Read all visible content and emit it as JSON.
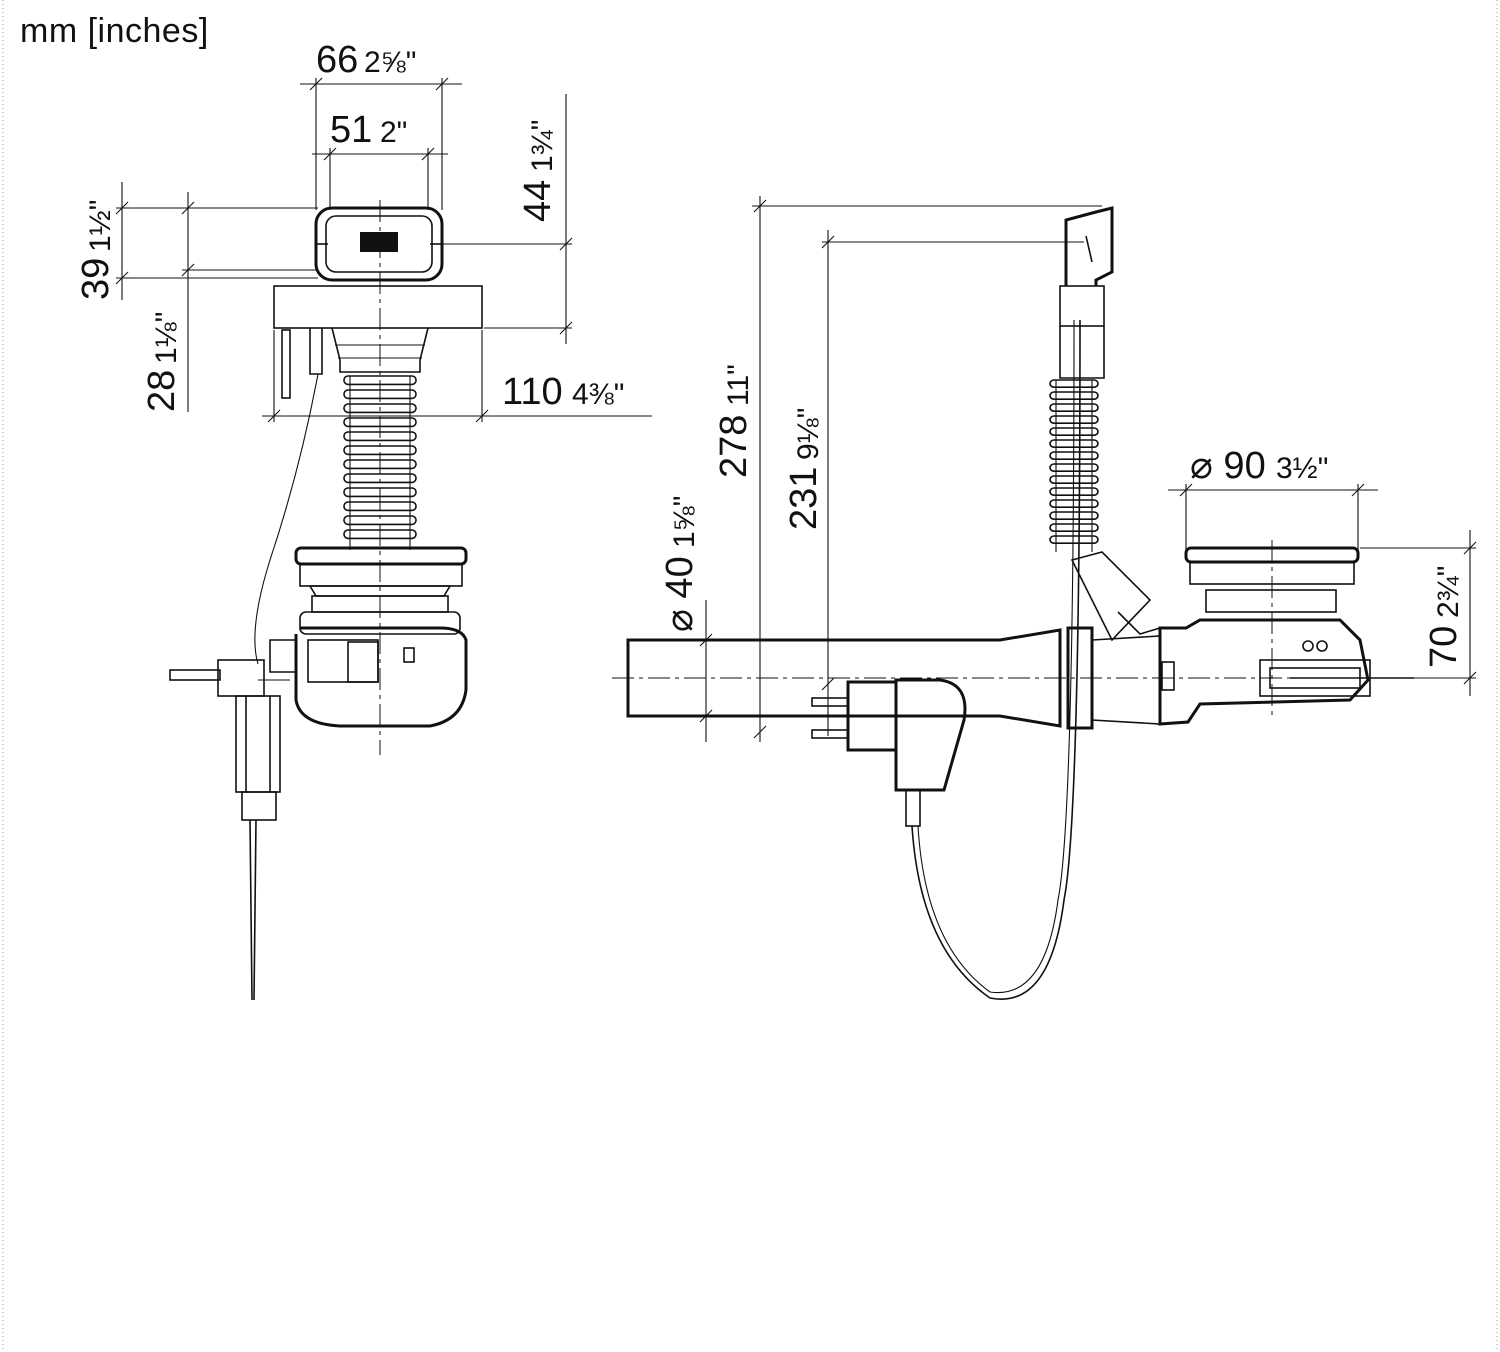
{
  "units_label": "mm [inches]",
  "front_view": {
    "width_outer": {
      "mm": "66",
      "inch": "2⅝\""
    },
    "width_inner": {
      "mm": "51",
      "inch": "2\""
    },
    "height_button": {
      "mm": "44",
      "inch": "1¾\""
    },
    "height_39": {
      "mm": "39",
      "inch": "1½\""
    },
    "height_28": {
      "mm": "28",
      "inch": "1⅛\""
    },
    "width_plate": {
      "mm": "110",
      "inch": "4⅜\""
    }
  },
  "side_view": {
    "overall_length": {
      "mm": "278",
      "inch": "11\""
    },
    "length_231": {
      "mm": "231",
      "inch": "9⅛\""
    },
    "pipe_diameter": {
      "mm": "⌀ 40",
      "inch": "1⅝\""
    },
    "waste_diameter": {
      "mm": "⌀ 90",
      "inch": "3½\""
    },
    "waste_height": {
      "mm": "70",
      "inch": "2¾\""
    }
  }
}
